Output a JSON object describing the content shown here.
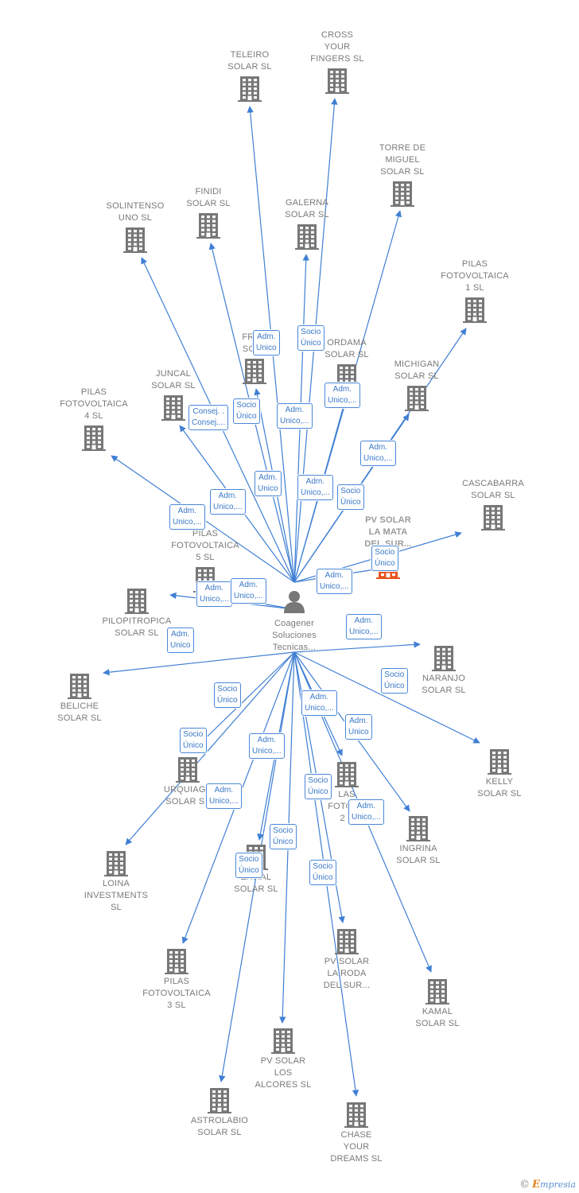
{
  "center": {
    "label": "Coagener\nSoluciones\nTecnicas..."
  },
  "nodes": [
    {
      "id": "teleiro",
      "label": "TELEIRO\nSOLAR  SL"
    },
    {
      "id": "cross",
      "label": "CROSS\nYOUR\nFINGERS  SL"
    },
    {
      "id": "torre",
      "label": "TORRE DE\nMIGUEL\nSOLAR SL"
    },
    {
      "id": "solintenso",
      "label": "SOLINTENSO\nUNO  SL"
    },
    {
      "id": "finidi",
      "label": "FINIDI\nSOLAR  SL"
    },
    {
      "id": "galerna",
      "label": "GALERNA\nSOLAR  SL"
    },
    {
      "id": "pilas1",
      "label": "PILAS\nFOTOVOLTAICA\n1  SL"
    },
    {
      "id": "fregenal",
      "label": "FREG\nSOLA"
    },
    {
      "id": "mordama",
      "label": "ORDAMA\nSOLAR  SL"
    },
    {
      "id": "michigan",
      "label": "MICHIGAN\nSOLAR  SL"
    },
    {
      "id": "juncal",
      "label": "JUNCAL\nSOLAR  SL"
    },
    {
      "id": "pilas4",
      "label": "PILAS\nFOTOVOLTAICA\n4  SL"
    },
    {
      "id": "cascabarra",
      "label": "CASCABARRA\nSOLAR  SL"
    },
    {
      "id": "pvmata",
      "label": "PV SOLAR\nLA MATA\nDEL SUR..."
    },
    {
      "id": "pilas5",
      "label": "PILAS\nFOTOVOLTAICA\n5  SL"
    },
    {
      "id": "pilopitropica",
      "label": "PILOPITROPICA\nSOLAR  SL"
    },
    {
      "id": "beliche",
      "label": "BELICHE\nSOLAR  SL"
    },
    {
      "id": "naranjo",
      "label": "NARANJO\nSOLAR  SL"
    },
    {
      "id": "kelly",
      "label": "KELLY\nSOLAR  SL"
    },
    {
      "id": "urquiaga",
      "label": "URQUIAGA\nSOLAR  SL"
    },
    {
      "id": "pilas2",
      "label": "LAS\nFOTOVO\n2  S"
    },
    {
      "id": "ingrina",
      "label": "INGRINA\nSOLAR  SL"
    },
    {
      "id": "loina",
      "label": "LOINA\nINVESTMENTS\nSL"
    },
    {
      "id": "zavial",
      "label": "ZAVIAL\nSOLAR  SL"
    },
    {
      "id": "pvroda",
      "label": "PV SOLAR\nLA RODA\nDEL SUR..."
    },
    {
      "id": "kamal",
      "label": "KAMAL\nSOLAR  SL"
    },
    {
      "id": "pilas3",
      "label": "PILAS\nFOTOVOLTAICA\n3  SL"
    },
    {
      "id": "pvalcores",
      "label": "PV SOLAR\nLOS\nALCORES  SL"
    },
    {
      "id": "astrolabio",
      "label": "ASTROLABIO\nSOLAR  SL"
    },
    {
      "id": "chase",
      "label": "CHASE\nYOUR\nDREAMS  SL"
    }
  ],
  "badges": [
    {
      "id": "b-fregenal",
      "text": "Adm.\nUnico"
    },
    {
      "id": "b-galerna",
      "text": "Socio\nÚnico"
    },
    {
      "id": "b-mordama",
      "text": "Adm.\nUnico,..."
    },
    {
      "id": "b-juncal",
      "text": "Consej. .\nConsej...."
    },
    {
      "id": "b-socio2",
      "text": "Socio\nÚnico"
    },
    {
      "id": "b-adm3",
      "text": "Adm.\nUnico,..."
    },
    {
      "id": "b-michigan",
      "text": "Adm.\nUnico,..."
    },
    {
      "id": "b-adm5",
      "text": "Adm.\nUnico"
    },
    {
      "id": "b-adm6",
      "text": "Adm.\nUnico,..."
    },
    {
      "id": "b-socio7",
      "text": "Socio\nÚnico"
    },
    {
      "id": "b-adm8",
      "text": "Adm.\nUnico,..."
    },
    {
      "id": "b-pilas4",
      "text": "Adm.\nUnico,..."
    },
    {
      "id": "b-cascabarra",
      "text": "Socio\nÚnico"
    },
    {
      "id": "b-pvmata",
      "text": "Adm.\nUnico,..."
    },
    {
      "id": "b-pilas5",
      "text": "Adm.\nUnico,..."
    },
    {
      "id": "b-adm12",
      "text": "Adm.\nUnico,..."
    },
    {
      "id": "b-beliche",
      "text": "Adm.\nUnico"
    },
    {
      "id": "b-naranjo",
      "text": "Adm.\nUnico,..."
    },
    {
      "id": "b-kelly",
      "text": "Socio\nÚnico"
    },
    {
      "id": "b-socio16",
      "text": "Socio\nÚnico"
    },
    {
      "id": "b-adm17",
      "text": "Adm.\nUnico,..."
    },
    {
      "id": "b-adm18",
      "text": "Adm.\nUnico"
    },
    {
      "id": "b-loina",
      "text": "Socio\nÚnico"
    },
    {
      "id": "b-adm20",
      "text": "Adm.\nUnico,..."
    },
    {
      "id": "b-adm21",
      "text": "Adm.\nUnico,..."
    },
    {
      "id": "b-socio22",
      "text": "Socio\nÚnico"
    },
    {
      "id": "b-adm23",
      "text": "Adm.\nUnico,..."
    },
    {
      "id": "b-socio24",
      "text": "Socio\nÚnico"
    },
    {
      "id": "b-socio25",
      "text": "Socio\nÚnico"
    },
    {
      "id": "b-socio26",
      "text": "Socio\nÚnico"
    }
  ],
  "copyright": {
    "symbol": "©",
    "brand_initial": "E",
    "brand_rest": "mpresia"
  },
  "colors": {
    "edge": "#3f7fd4",
    "building": "#777777",
    "highlight": "#e8531e",
    "person": "#777777"
  }
}
